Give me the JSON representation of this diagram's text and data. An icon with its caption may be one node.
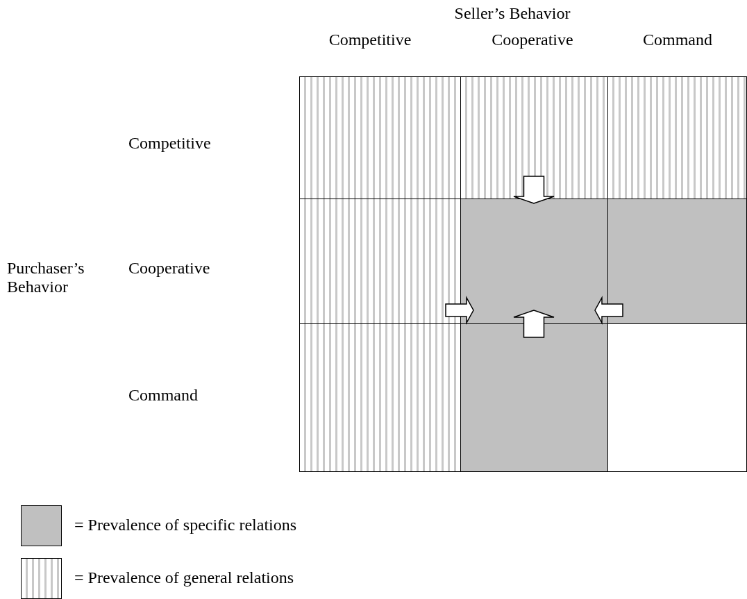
{
  "diagram": {
    "nodes": [
      {
        "text": [],
        "shape": "box"
      },
      {
        "text": [],
        "shape": "box"
      },
      {
        "text": [],
        "shape": "box"
      },
      {
        "text": [],
        "shape": "box"
      },
      {
        "text": [],
        "shape": "box"
      },
      {
        "text": [],
        "shape": "box"
      },
      {
        "text": [],
        "shape": "box"
      },
      {
        "text": [],
        "shape": "box"
      },
      {
        "text": [],
        "shape": "box"
      }
    ],
    "edges": [
      {
        "from": 1,
        "to": 4,
        "arrow": "to"
      },
      {
        "from": 3,
        "to": 4,
        "arrow": "to"
      },
      {
        "from": 5,
        "to": 4,
        "arrow": "to"
      },
      {
        "from": 7,
        "to": 4,
        "arrow": "to"
      }
    ],
    "labels": [
      "Seller’s Behavior",
      "Competitive",
      "Cooperative",
      "Command",
      "Competitive",
      "Purchaser’s Behavior",
      "Cooperative",
      "Command"
    ],
    "legend": [
      {
        "text": "= Prevalence of specific relations",
        "color": "#c0c0c0"
      },
      {
        "text": "= Prevalence of general relations"
      }
    ]
  }
}
